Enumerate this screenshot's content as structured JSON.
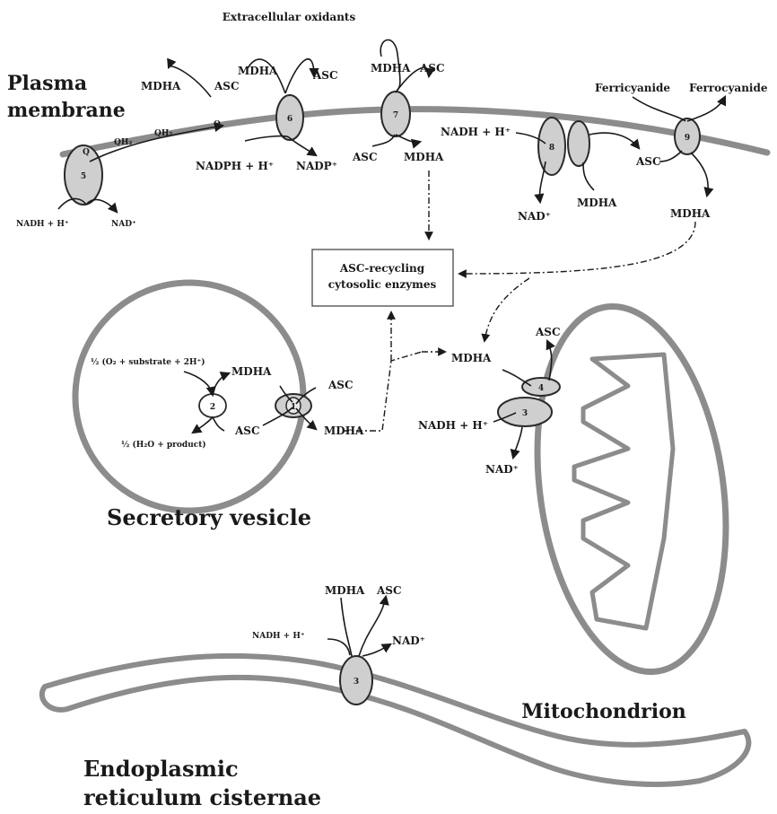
{
  "title": "Extracellular oxidants",
  "compartments": {
    "plasma_membrane": [
      "Plasma",
      "membrane"
    ],
    "secretory_vesicle": "Secretory vesicle",
    "mitochondrion": "Mitochondrion",
    "er": [
      "Endoplasmic",
      "reticulum cisternae"
    ]
  },
  "cytosolic_box": [
    "ASC-recycling",
    "cytosolic enzymes"
  ],
  "proteins": {
    "p1": "1",
    "p2": "2",
    "p3_mito": "3",
    "p4": "4",
    "p5": "5",
    "p6": "6",
    "p7": "7",
    "p8": "8",
    "p9": "9",
    "p3_er": "3"
  },
  "labels": {
    "p5_nadh": "NADH + H⁺",
    "p5_nad": "NAD⁺",
    "quinone_o1": "Q",
    "quinone_qh2a": "QH₂",
    "quinone_qh2b": "QH₂",
    "quinone_o2": "Q",
    "pm_mdha_left": "MDHA",
    "pm_asc_left": "ASC",
    "p6_mdha": "MDHA",
    "p6_asc": "ASC",
    "p6_nadph": "NADPH + H⁺",
    "p6_nadp": "NADP⁺",
    "p7_mdha_top": "MDHA",
    "p7_asc_top": "ASC",
    "p7_asc_bottom": "ASC",
    "p7_mdha_bottom": "MDHA",
    "p8_nadh": "NADH + H⁺",
    "p8_nad": "NAD⁺",
    "p8_mdha": "MDHA",
    "p8_asc": "ASC",
    "p9_ferri": "Ferricyanide",
    "p9_ferro": "Ferrocyanide",
    "p9_mdha": "MDHA",
    "vesicle_reaction_top": "½ (O₂ + substrate + 2H⁺)",
    "vesicle_reaction_bottom": "½ (H₂O + product)",
    "v_mdha": "MDHA",
    "v_asc_in": "ASC",
    "v_asc_out": "ASC",
    "v_mdha_out": "MDHA",
    "mito_mdha": "MDHA",
    "mito_asc": "ASC",
    "mito_nadh": "NADH + H⁺",
    "mito_nad": "NAD⁺",
    "er_mdha": "MDHA",
    "er_asc": "ASC",
    "er_nadh": "NADH + H⁺",
    "er_nad": "NAD⁺"
  }
}
